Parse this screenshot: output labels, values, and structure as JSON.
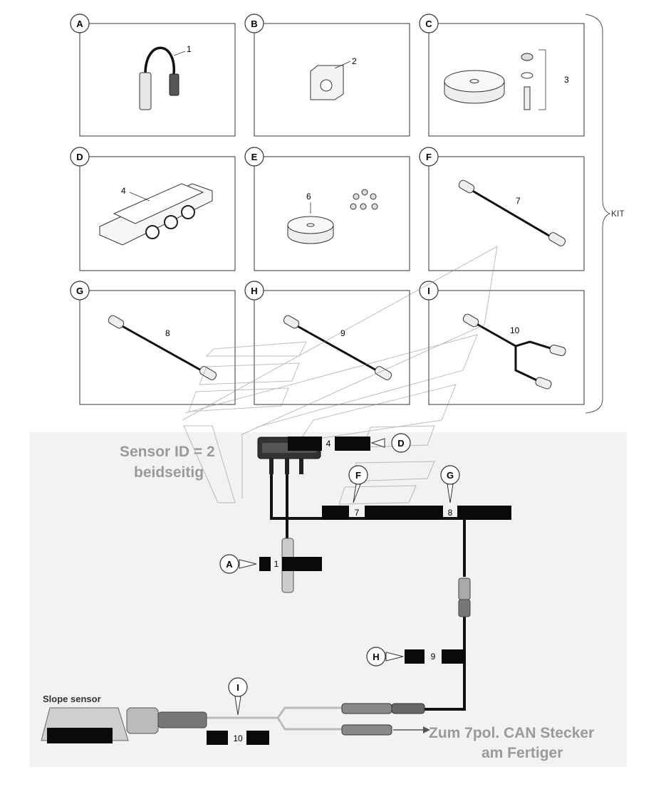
{
  "kit": {
    "label": "KIT",
    "panels": [
      {
        "letter": "A",
        "part_number": "1"
      },
      {
        "letter": "B",
        "part_number": "2"
      },
      {
        "letter": "C",
        "part_number": "3"
      },
      {
        "letter": "D",
        "part_number": "4"
      },
      {
        "letter": "E",
        "part_number": "6"
      },
      {
        "letter": "F",
        "part_number": "7"
      },
      {
        "letter": "G",
        "part_number": "8"
      },
      {
        "letter": "H",
        "part_number": "9"
      },
      {
        "letter": "I",
        "part_number": "10"
      }
    ]
  },
  "installation": {
    "sensor_id_text": "Sensor ID = 2",
    "sensor_id_sub": "beidseitig",
    "slope_sensor_label": "Slope sensor",
    "can_text_line1": "Zum 7pol. CAN Stecker",
    "can_text_line2": "am Fertiger",
    "callouts": [
      {
        "letter": "D",
        "number": "4"
      },
      {
        "letter": "F",
        "number": "7"
      },
      {
        "letter": "G",
        "number": "8"
      },
      {
        "letter": "A",
        "number": "1"
      },
      {
        "letter": "H",
        "number": "9"
      },
      {
        "letter": "I",
        "number": "10"
      }
    ]
  },
  "colors": {
    "line": "#333333",
    "cable": "#111111",
    "bg_lower": "#f2f2f2",
    "watermark": "#9a9a9a"
  }
}
